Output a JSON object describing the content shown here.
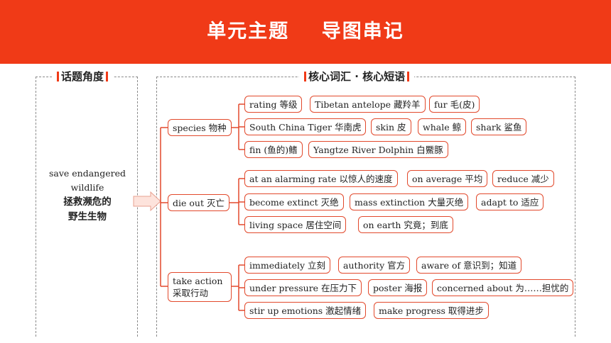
{
  "header": {
    "title": "单元主题    导图串记"
  },
  "left_panel": {
    "title": "话题角度",
    "topic_en": "save endangered wildlife",
    "topic_zh": "拯救濒危的野生生物"
  },
  "right_panel": {
    "title": "核心词汇 · 核心短语"
  },
  "categories": [
    {
      "label": "species 物种",
      "items": [
        [
          "rating 等级",
          "Tibetan antelope 藏羚羊",
          "fur 毛(皮)"
        ],
        [
          "South China Tiger 华南虎",
          "skin 皮",
          "whale 鲸",
          "shark 鲨鱼"
        ],
        [
          "fin (鱼的)鳍",
          "Yangtze River Dolphin 白鱀豚"
        ]
      ]
    },
    {
      "label": "die out 灭亡",
      "items": [
        [
          "at an alarming rate 以惊人的速度",
          "on average 平均",
          "reduce 减少"
        ],
        [
          "become extinct 灭绝",
          "mass extinction 大量灭绝",
          "adapt to 适应"
        ],
        [
          "living space 居住空间",
          "on earth 究竟；到底"
        ]
      ]
    },
    {
      "label": "take action 采取行动",
      "items": [
        [
          "immediately 立刻",
          "authority 官方",
          "aware of 意识到；知道"
        ],
        [
          "under pressure 在压力下",
          "poster 海报",
          "concerned about 为……担忧的"
        ],
        [
          "stir up emotions 激起情绪",
          "make progress 取得进步"
        ]
      ]
    }
  ],
  "colors": {
    "accent": "#f03a17",
    "box_border": "#e2492c"
  }
}
